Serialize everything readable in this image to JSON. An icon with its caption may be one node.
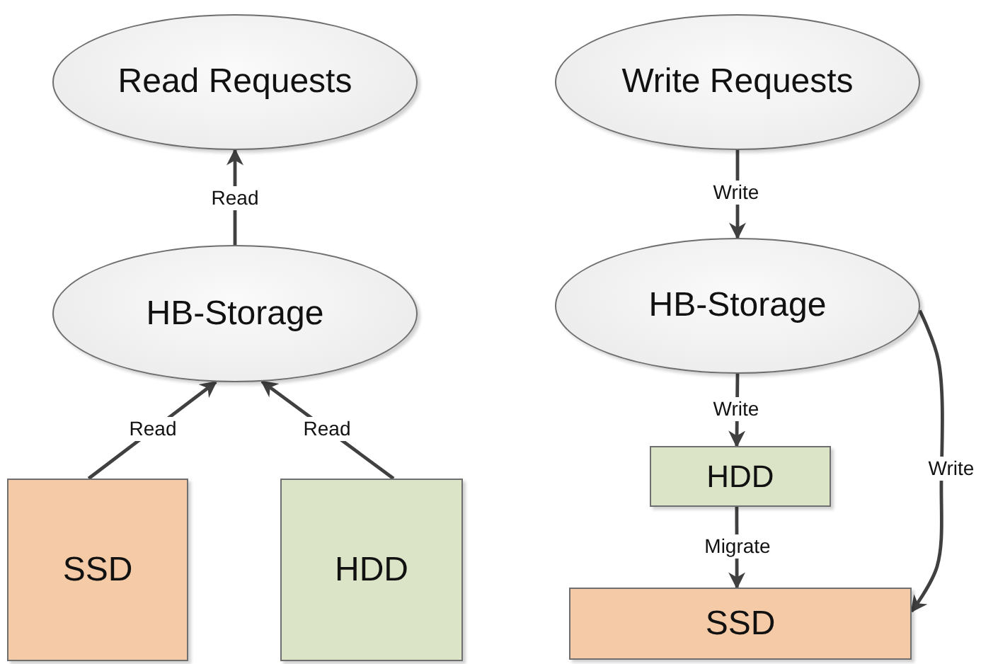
{
  "diagram": {
    "nodes": [
      {
        "text": [
          "Read Requests"
        ]
      },
      {
        "text": [
          "HB-Storage"
        ]
      },
      {
        "text": [
          "SSD"
        ]
      },
      {
        "text": [
          "HDD"
        ]
      },
      {
        "text": [
          "Write Requests"
        ]
      },
      {
        "text": [
          "HB-Storage"
        ]
      },
      {
        "text": [
          "HDD"
        ]
      },
      {
        "text": [
          "SSD"
        ]
      }
    ],
    "edges": [
      {
        "from": 1,
        "to": 0,
        "label": "Read",
        "arrow": "to"
      },
      {
        "from": 2,
        "to": 1,
        "label": "Read",
        "arrow": "to"
      },
      {
        "from": 3,
        "to": 1,
        "label": "Read",
        "arrow": "to"
      },
      {
        "from": 4,
        "to": 5,
        "label": "Write",
        "arrow": "to"
      },
      {
        "from": 5,
        "to": 6,
        "label": "Write",
        "arrow": "to"
      },
      {
        "from": 6,
        "to": 7,
        "label": "Migrate",
        "arrow": "to"
      },
      {
        "from": 5,
        "to": 7,
        "label": "Write",
        "arrow": "to"
      }
    ]
  }
}
